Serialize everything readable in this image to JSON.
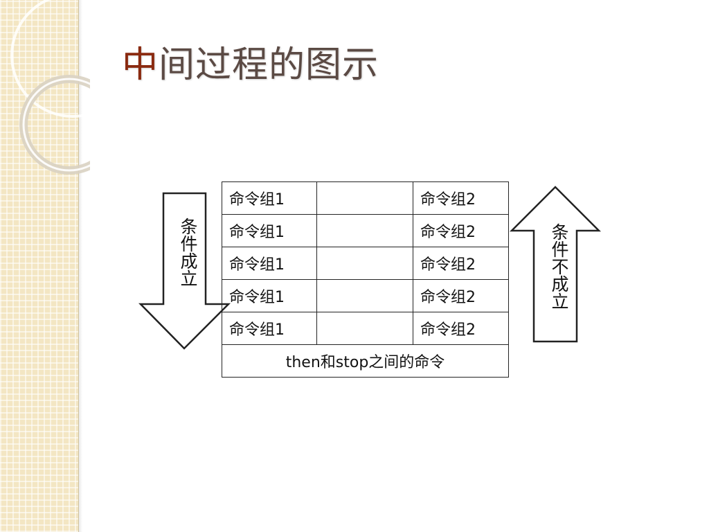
{
  "slide": {
    "title_accent": "中",
    "title_rest": "间过程的图示"
  },
  "table": {
    "rows": [
      {
        "left": "命令组1",
        "middle": "",
        "right": "命令组2"
      },
      {
        "left": "命令组1",
        "middle": "",
        "right": "命令组2"
      },
      {
        "left": "命令组1",
        "middle": "",
        "right": "命令组2"
      },
      {
        "left": "命令组1",
        "middle": "",
        "right": "命令组2"
      },
      {
        "left": "命令组1",
        "middle": "",
        "right": "命令组2"
      }
    ],
    "footer": "then和stop之间的命令"
  },
  "arrows": {
    "down_label": "条件成立",
    "up_label": "条件不成立"
  }
}
